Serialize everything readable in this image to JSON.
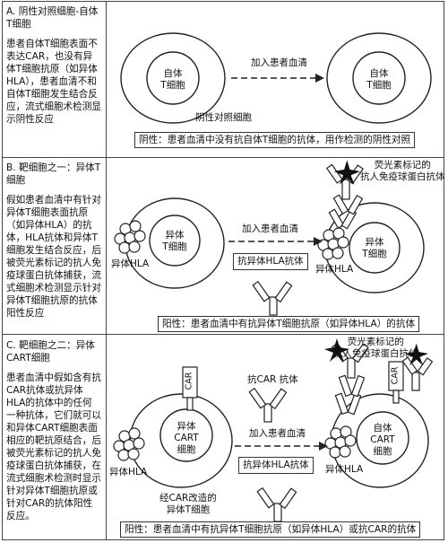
{
  "rows": [
    {
      "id": "A",
      "title": "A. 阴性对照细胞-自体T细胞",
      "desc": "患者自体T细胞表面不表达CAR，也没有异体T细胞抗原（如异体HLA），患者血清不和自体T细胞发生结合反应，流式细胞术检测显示阴性反应",
      "left_cell": "自体\nT细胞",
      "arrow_label": "加入患者血清",
      "right_cell": "自体\nT细胞",
      "cell_caption": "阴性对照细胞",
      "result": "阴性：患者血清中没有抗自体T细胞的抗体，用作检测的阴性对照"
    },
    {
      "id": "B",
      "title": "B. 靶细胞之一：异体T细胞",
      "desc": "假如患者血清中有针对异体T细胞表面抗原（如异体HLA）的抗体，HLA抗体和异体T细胞发生结合反应，后被荧光素标记的抗人免疫球蛋白抗体捕获，流式细胞术检测显示针对异体T细胞抗原的抗体阳性反应",
      "left_cell": "异体\nT细胞",
      "left_hla": "异体HLA",
      "arrow_label": "加入患者血清",
      "antibody_box": "抗异体HLA抗体",
      "right_cell": "异体\nT细胞",
      "right_hla": "异体HLA",
      "fluor_label": "荧光素标记的\n抗人免疫球蛋白抗体",
      "result": "阳性：患者血清中有抗异体T细胞抗原（如异体HLA）的抗体"
    },
    {
      "id": "C",
      "title": "C. 靶细胞之二：异体CART细胞",
      "desc": "患者血清中假如含有抗CAR抗体或抗异体HLA的抗体中的任何一种抗体，它们就可以和异体CART细胞表面相应的靶抗原结合，后被荧光素标记的抗人免疫球蛋白抗体捕获，在流式细胞术检测时显示针对异体T细胞抗原或针对CAR的抗体阳性反应。",
      "car": "CAR",
      "left_cell": "异体\nCART\n细胞",
      "left_hla": "异体HLA",
      "anti_car": "抗CAR 抗体",
      "arrow_label": "加入患者血清",
      "antibody_box": "抗异体HLA抗体",
      "right_cell": "自体\nCART\n细胞",
      "right_hla": "异体HLA",
      "fluor_label": "荧光素标记的\n抗人免疫球蛋白抗体",
      "cell_caption": "经CAR改造的\n异体T细胞",
      "result": "阳性：患者血清中有抗异体T细胞抗原（如异体HLA）或抗CAR的抗体"
    }
  ]
}
